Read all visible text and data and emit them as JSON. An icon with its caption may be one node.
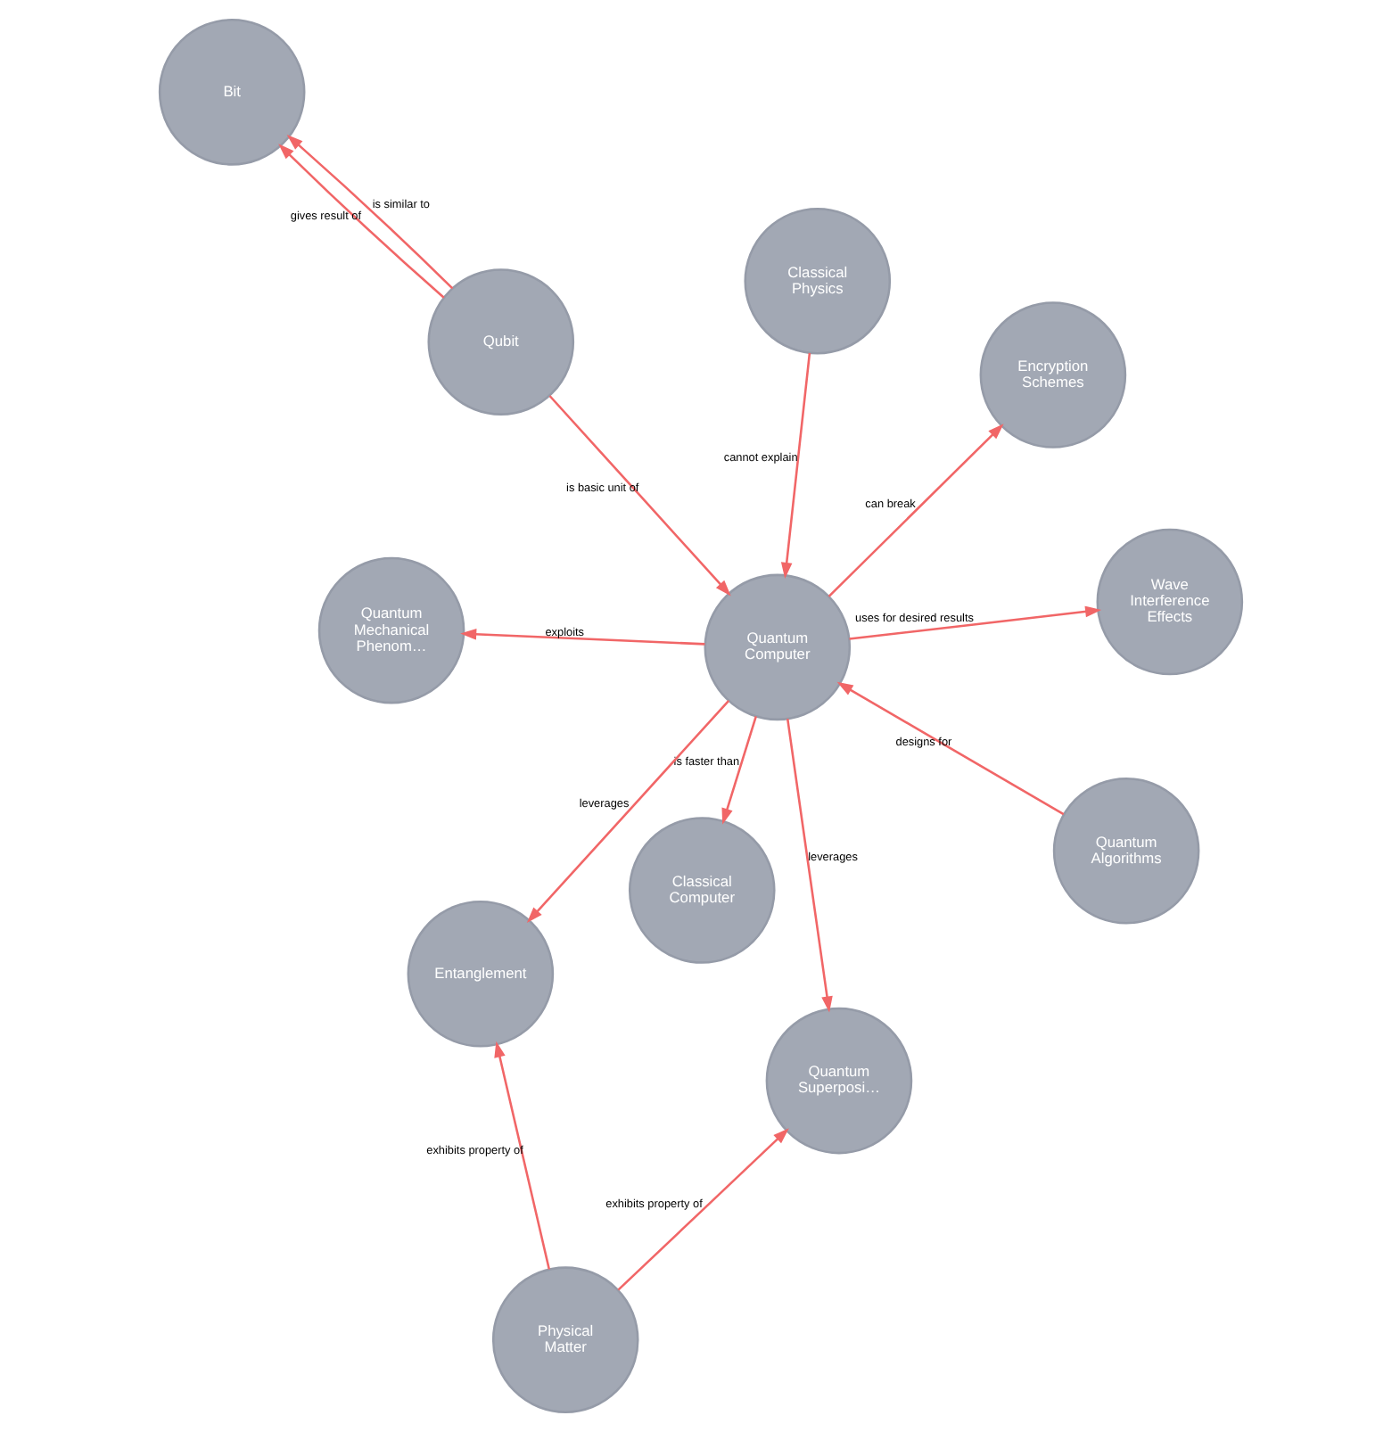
{
  "diagram": {
    "nodes": [
      {
        "text": [
          "Bit"
        ]
      },
      {
        "text": [
          "Qubit"
        ]
      },
      {
        "text": [
          "Classical Computer"
        ]
      },
      {
        "text": [
          "Classical Physics"
        ]
      },
      {
        "text": [
          "Encryption Schemes"
        ]
      },
      {
        "text": [
          "Quantum Computer"
        ]
      },
      {
        "text": [
          "Entanglement"
        ]
      },
      {
        "text": [
          "Wave Interference Effects"
        ]
      },
      {
        "text": [
          "Physical Matter"
        ]
      },
      {
        "text": [
          "Quantum Superposi…"
        ]
      },
      {
        "text": [
          "Quantum Algorithms"
        ]
      },
      {
        "text": [
          "Quantum Mechanical Phenom…"
        ]
      }
    ],
    "edges": [
      {
        "from": 1,
        "to": 0,
        "arrow": "to",
        "label": "gives result of"
      },
      {
        "from": 1,
        "to": 0,
        "arrow": "to",
        "label": "is similar to"
      },
      {
        "from": 1,
        "to": 5,
        "arrow": "to",
        "label": "is basic unit of"
      },
      {
        "from": 5,
        "to": 2,
        "arrow": "to",
        "label": "is faster than"
      },
      {
        "from": 3,
        "to": 5,
        "arrow": "to",
        "label": "cannot explain"
      },
      {
        "from": 5,
        "to": 4,
        "arrow": "to",
        "label": "can break"
      },
      {
        "from": 5,
        "to": 6,
        "arrow": "to",
        "label": "leverages"
      },
      {
        "from": 5,
        "to": 7,
        "arrow": "to",
        "label": "uses for desired results"
      },
      {
        "from": 10,
        "to": 5,
        "arrow": "to",
        "label": "designs for"
      },
      {
        "from": 5,
        "to": 11,
        "arrow": "to",
        "label": "exploits"
      },
      {
        "from": 5,
        "to": 9,
        "arrow": "to",
        "label": "leverages"
      },
      {
        "from": 8,
        "to": 6,
        "arrow": "to",
        "label": "exhibits property of"
      },
      {
        "from": 8,
        "to": 9,
        "arrow": "to",
        "label": "exhibits property of"
      }
    ]
  }
}
